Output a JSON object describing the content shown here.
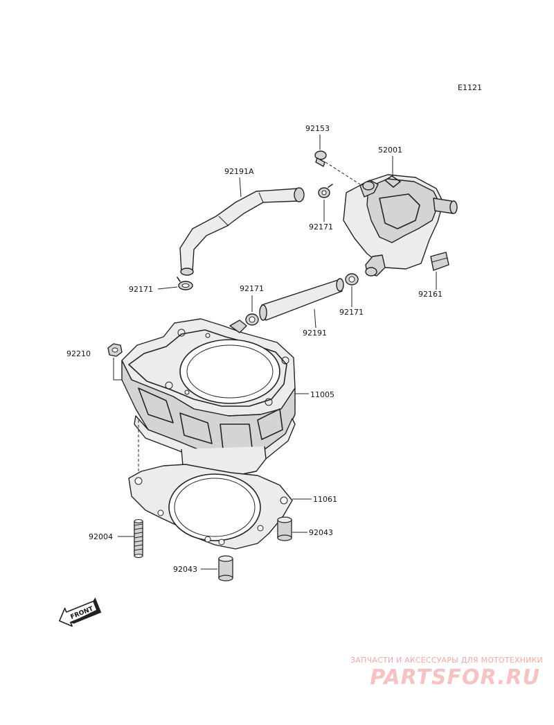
{
  "diagram_code": "E1121",
  "front_label": "FRONT",
  "callouts": {
    "p92153": "92153",
    "p52001": "52001",
    "p92191a": "92191A",
    "p92171_top": "92171",
    "p92171_left": "92171",
    "p92171_mid": "92171",
    "p92171_right": "92171",
    "p92161": "92161",
    "p92191": "92191",
    "p92210": "92210",
    "p11005": "11005",
    "p11061": "11061",
    "p92004": "92004",
    "p92043_right": "92043",
    "p92043_bottom": "92043"
  },
  "watermark": {
    "tagline": "ЗАПЧАСТИ И АКСЕССУАРЫ ДЛЯ МОТОТЕХНИКИ",
    "brand": "PARTSFOR.RU"
  }
}
